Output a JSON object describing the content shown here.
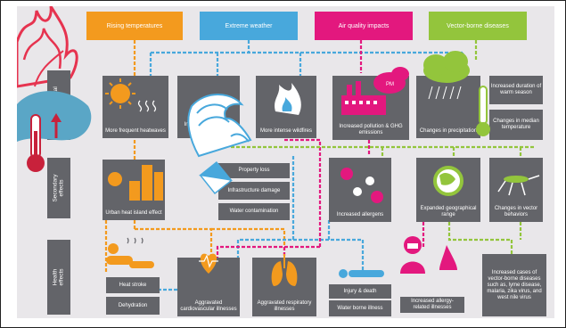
{
  "colors": {
    "temperature": "#f39a1e",
    "weather": "#48a8dc",
    "air": "#e3187e",
    "vector": "#93c53c",
    "box": "#636469",
    "background": "#e9e7ea"
  },
  "headers": {
    "temperature": "Rising temperatures",
    "weather": "Extreme weather",
    "air": "Air quality impacts",
    "vector": "Vector-borne diseases"
  },
  "rows": {
    "environmental": "Environmental\neffects",
    "secondary": "Secondary\neffects",
    "health": "Health\neffects"
  },
  "environmental": {
    "heatwaves": "More frequent heatwaves",
    "flooding": "Increased flooding & storms",
    "wildfires": "More intense wildfires",
    "pollution": "Increased pollution & GHG emissions",
    "pm_label": "PM",
    "precipitation": "Changes in precipitation",
    "warm_season": "Increased duration of warm season",
    "median_temp": "Changes in median temperature"
  },
  "secondary": {
    "urban_heat": "Urban heat island effect",
    "property_loss": "Property loss",
    "infrastructure": "Infrastructure damage",
    "water": "Water contamination",
    "allergens": "Increased allergens",
    "geo_range": "Expanded geographical range",
    "vector_behavior": "Changes in vector behaviors"
  },
  "health": {
    "heat_stroke": "Heat stroke",
    "dehydration": "Dehydration",
    "cardio": "Aggravated cardiovascular illnesses",
    "respiratory": "Aggravated respiratory illnesses",
    "injury": "Injury & death",
    "waterborne": "Water borne illness",
    "allergy": "Increased allergy-related illnesses",
    "vector_cases": "Increased cases of vector-borne diseases such as, lyme disease, malaria, zika virus, and west nile virus"
  }
}
